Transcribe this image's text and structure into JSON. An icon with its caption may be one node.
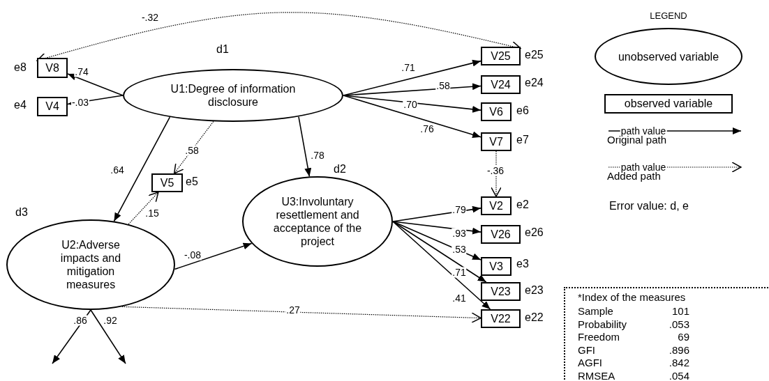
{
  "diagram": {
    "nodes": [
      {
        "text": [
          "U1:Degree of information disclosure"
        ],
        "beside": [
          "d1"
        ]
      },
      {
        "text": [
          "V8"
        ],
        "beside": [
          "e8"
        ]
      },
      {
        "text": [
          "V4"
        ],
        "beside": [
          "e4"
        ]
      },
      {
        "text": [
          "V25"
        ],
        "beside": [
          "e25"
        ]
      },
      {
        "text": [
          "V24"
        ],
        "beside": [
          "e24"
        ]
      },
      {
        "text": [
          "V6"
        ],
        "beside": [
          "e6"
        ]
      },
      {
        "text": [
          "V7"
        ],
        "beside": [
          "e7"
        ]
      },
      {
        "text": [
          "V5"
        ],
        "beside": [
          "e5"
        ]
      },
      {
        "text": [
          "U3:Involuntary resettlement and acceptance of the project"
        ],
        "beside": [
          "d2"
        ]
      },
      {
        "text": [
          "U2:Adverse impacts and mitigation measures"
        ],
        "beside": [
          "d3"
        ]
      },
      {
        "text": [
          "V2"
        ],
        "beside": [
          "e2"
        ]
      },
      {
        "text": [
          "V26"
        ],
        "beside": [
          "e26"
        ]
      },
      {
        "text": [
          "V3"
        ],
        "beside": [
          "e3"
        ]
      },
      {
        "text": [
          "V23"
        ],
        "beside": [
          "e23"
        ]
      },
      {
        "text": [
          "V22"
        ],
        "beside": [
          "e22"
        ]
      },
      {
        "text": [
          "unobserved variable"
        ]
      },
      {
        "text": [
          "observed variable"
        ]
      },
      {
        "text": [
          "*Index of the measures",
          "Sample",
          "101",
          "Probability",
          ".053",
          "Freedom",
          "69",
          "GFI",
          ".896",
          "AGFI",
          ".842",
          "RMSEA",
          ".054"
        ]
      }
    ],
    "edges": [
      {
        "from": 0,
        "to": 1,
        "arrow": "to",
        "label": ".74"
      },
      {
        "from": 0,
        "to": 2,
        "arrow": "to",
        "label": "-.03"
      },
      {
        "from": 0,
        "to": 3,
        "arrow": "to",
        "label": ".71"
      },
      {
        "from": 0,
        "to": 4,
        "arrow": "to",
        "label": ".58"
      },
      {
        "from": 0,
        "to": 5,
        "arrow": "to",
        "label": ".70"
      },
      {
        "from": 0,
        "to": 6,
        "arrow": "to",
        "label": ".76"
      },
      {
        "from": 0,
        "to": 7,
        "arrow": "to",
        "label": ".58",
        "style": "dashed"
      },
      {
        "from": 0,
        "to": 8,
        "arrow": "to",
        "label": ".78"
      },
      {
        "from": 0,
        "to": 9,
        "arrow": "to",
        "label": ".64"
      },
      {
        "from": 9,
        "to": 7,
        "arrow": "to",
        "label": ".15",
        "style": "dashed"
      },
      {
        "from": 9,
        "to": 8,
        "arrow": "to",
        "label": "-.08"
      },
      {
        "from": 9,
        "to": 14,
        "arrow": "to",
        "label": ".27",
        "style": "dashed"
      },
      {
        "from": 8,
        "to": 10,
        "arrow": "to",
        "label": ".79"
      },
      {
        "from": 8,
        "to": 11,
        "arrow": "to",
        "label": ".93"
      },
      {
        "from": 8,
        "to": 12,
        "arrow": "to",
        "label": ".53"
      },
      {
        "from": 8,
        "to": 13,
        "arrow": "to",
        "label": ".71"
      },
      {
        "from": 8,
        "to": 14,
        "arrow": "to",
        "label": ".41"
      },
      {
        "from": 6,
        "to": 10,
        "arrow": "to",
        "label": "-.36",
        "style": "dashed"
      },
      {
        "from": 1,
        "to": 3,
        "arrow": "both",
        "label": "-.32",
        "style": "dashed"
      },
      {
        "from": 9,
        "to": null,
        "arrow": "to",
        "label": ".86"
      },
      {
        "from": 9,
        "to": null,
        "arrow": "to",
        "label": ".92"
      }
    ],
    "labels": [
      "LEGEND",
      "path value",
      "path value",
      "Error value: d, e"
    ],
    "legend": [
      {
        "text": "Original path"
      },
      {
        "text": "Added path"
      }
    ]
  }
}
